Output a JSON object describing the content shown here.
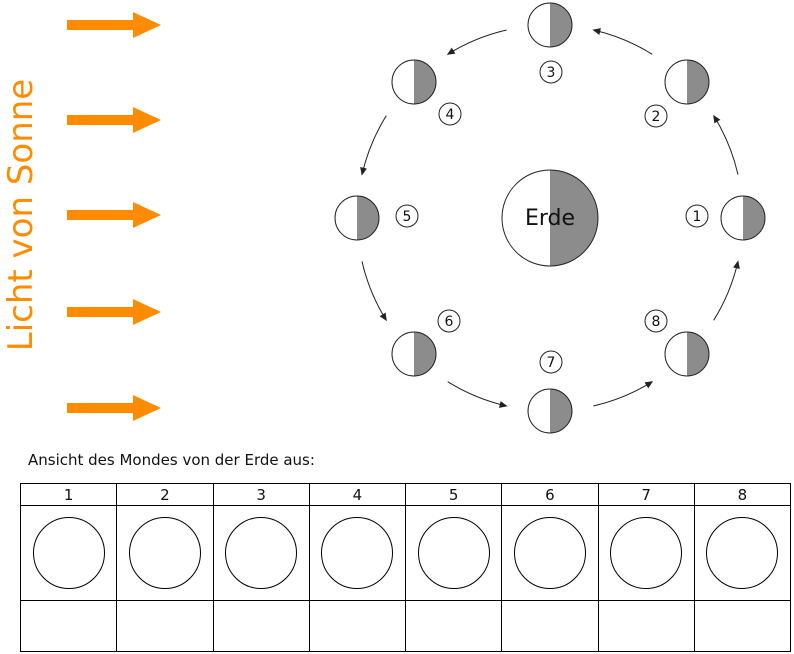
{
  "sunlight": {
    "label": "Licht von Sonne"
  },
  "diagram": {
    "earth_label": "Erde",
    "moon_numbers": [
      "1",
      "2",
      "3",
      "4",
      "5",
      "6",
      "7",
      "8"
    ],
    "orbit_direction": "counterclockwise"
  },
  "answers": {
    "caption": "Ansicht des Mondes von der Erde aus:",
    "columns": [
      "1",
      "2",
      "3",
      "4",
      "5",
      "6",
      "7",
      "8"
    ]
  },
  "colors": {
    "sun_orange": "#ff8c00",
    "shadow_gray": "#8c8c8c",
    "line_black": "#000000"
  }
}
